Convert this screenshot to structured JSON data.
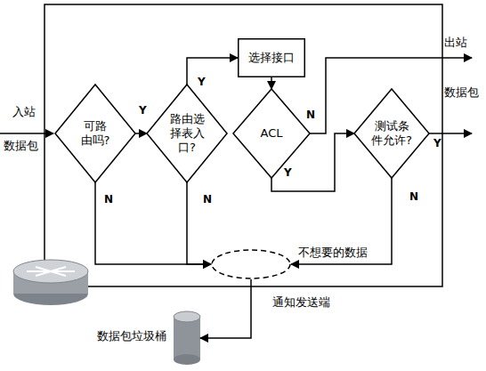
{
  "diagram": {
    "nodes": [
      {
        "text": [
          "可路由吗?"
        ]
      },
      {
        "text": [
          "路由选择表入口?"
        ]
      },
      {
        "text": [
          "选择接口"
        ]
      },
      {
        "text": [
          "ACL"
        ]
      },
      {
        "text": [
          "测试条件允许?"
        ]
      },
      {
        "text": [
          "不想要的数据"
        ]
      },
      {
        "text": [
          "数据包垃圾桶"
        ]
      }
    ],
    "edges": [
      {
        "from": 0,
        "to": 1,
        "label": "Y",
        "arrow": "to"
      },
      {
        "from": 1,
        "to": 2,
        "label": "Y",
        "arrow": "to"
      },
      {
        "from": 2,
        "to": 3,
        "arrow": "to"
      },
      {
        "from": 3,
        "to": 4,
        "label": "Y",
        "arrow": "to"
      },
      {
        "from": 0,
        "to": 5,
        "label": "N",
        "arrow": "to"
      },
      {
        "from": 1,
        "to": 5,
        "label": "N",
        "arrow": "to"
      },
      {
        "from": 4,
        "to": 5,
        "label": "N",
        "arrow": "to"
      },
      {
        "from": 5,
        "to": 6,
        "arrow": "to"
      }
    ],
    "labels": [
      "入站",
      "数据包",
      "出站",
      "数据包",
      "N",
      "Y",
      "通知发送端"
    ]
  }
}
